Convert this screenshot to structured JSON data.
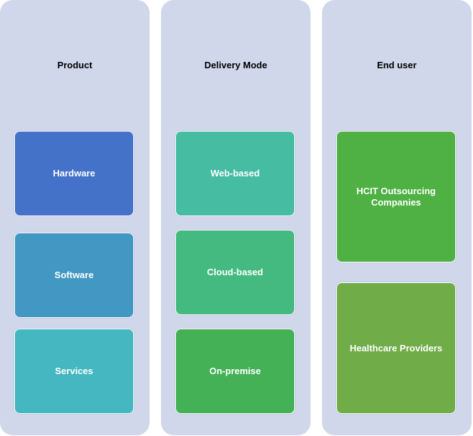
{
  "columns": [
    {
      "header": "Product",
      "boxes": [
        {
          "label": "Hardware",
          "color": "#4472c9"
        },
        {
          "label": "Software",
          "color": "#4298c3"
        },
        {
          "label": "Services",
          "color": "#45b7c0"
        }
      ]
    },
    {
      "header": "Delivery Mode",
      "boxes": [
        {
          "label": "Web-based",
          "color": "#46bca2"
        },
        {
          "label": "Cloud-based",
          "color": "#45ba80"
        },
        {
          "label": "On-premise",
          "color": "#44b157"
        }
      ]
    },
    {
      "header": "End user",
      "boxes": [
        {
          "label": "HCIT Outsourcing Companies",
          "color": "#4fb144"
        },
        {
          "label": "Healthcare Providers",
          "color": "#70ac48"
        }
      ]
    }
  ]
}
